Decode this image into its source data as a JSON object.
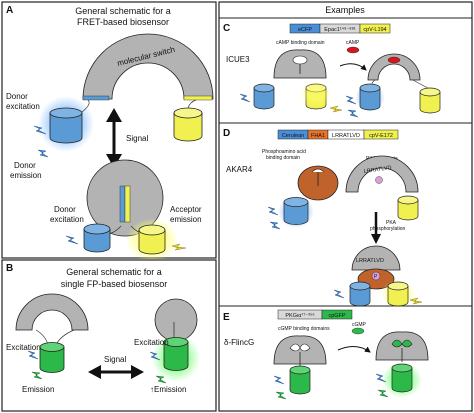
{
  "panels": {
    "A": {
      "letter": "A",
      "title_line1": "General schematic for a",
      "title_line2": "FRET-based biosensor",
      "switch_label": "molecular switch",
      "donor_excitation_1": "Donor",
      "donor_excitation_2": "excitation",
      "donor_emission_1": "Donor",
      "donor_emission_2": "emission",
      "signal": "Signal",
      "donor_excitation_b1": "Donor",
      "donor_excitation_b2": "excitation",
      "acceptor_emission_1": "Acceptor",
      "acceptor_emission_2": "emission"
    },
    "B": {
      "letter": "B",
      "title_line1": "General schematic for a",
      "title_line2": "single FP-based biosensor",
      "excitation_left": "Excitation",
      "emission_left": "Emission",
      "signal": "Signal",
      "excitation_right": "Excitation",
      "emission_right": "↑Emission"
    },
    "examples_header": "Examples",
    "C": {
      "letter": "C",
      "name": "ICUE3",
      "construct": [
        "eCFP",
        "Epac1¹⁴⁹⁻⁸⁸¹",
        "cpV-L194"
      ],
      "domain_label": "cAMP binding domain",
      "ligand": "cAMP"
    },
    "D": {
      "letter": "D",
      "name": "AKAR4",
      "construct": [
        "Cerulean",
        "FHA1",
        "LRRATLVD",
        "cpV-E172"
      ],
      "phospho_label_1": "Phosphoamino acid",
      "phospho_label_2": "binding domain",
      "substrate_label": "PKA substrate",
      "substrate_seq": "LRRATLVD",
      "phos_label_1": "PKA",
      "phos_label_2": "phosphorylation",
      "seq_after": "LRRATLVD",
      "p_mark": "P"
    },
    "E": {
      "letter": "E",
      "name": "δ-FlincG",
      "construct": [
        "PKGια⁷⁷⁻³⁵⁶",
        "cpGFP"
      ],
      "domain_label": "cGMP binding domains",
      "ligand": "cGMP"
    }
  },
  "colors": {
    "donor_blue": "#5b9bd5",
    "acceptor_yellow": "#f0f050",
    "gfp_green": "#2db84a",
    "arc_gray": "#b3b3b3",
    "brown": "#c0622b",
    "red_ligand": "#d8141d",
    "pink": "#d9a0d9",
    "construct_blue": "#4a8fd6",
    "construct_orange": "#e8732a"
  }
}
